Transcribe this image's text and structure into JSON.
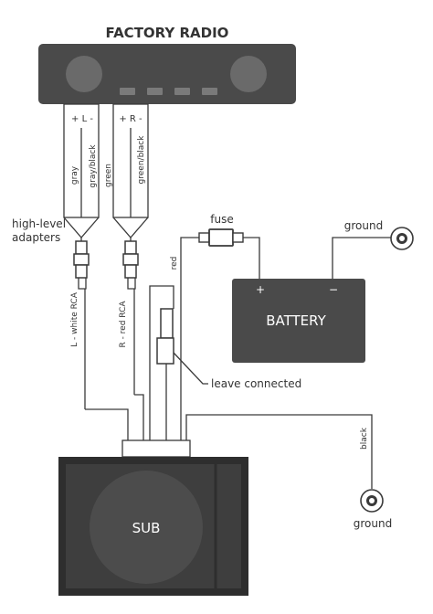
{
  "radio": {
    "title": "FACTORY RADIO",
    "left_channel": "+ L -",
    "right_channel": "+ R -"
  },
  "wires": {
    "gray": "gray",
    "gray_black": "gray/black",
    "green": "green",
    "green_black": "green/black",
    "red": "red",
    "black": "black"
  },
  "adapters": {
    "line1": "high-level",
    "line2": "adapters"
  },
  "rca": {
    "left": "L - white RCA",
    "right": "R - red RCA"
  },
  "fuse": {
    "label": "fuse"
  },
  "battery": {
    "label": "BATTERY",
    "positive": "+",
    "negative": "−"
  },
  "ground_top": {
    "label": "ground"
  },
  "ground_bottom": {
    "label": "ground"
  },
  "leave_connected": {
    "label": "leave connected"
  },
  "sub": {
    "label": "SUB"
  },
  "colors": {
    "panel": "#4a4a4a",
    "panel_dark": "#2e2e2e",
    "wire": "#3a3a3a",
    "text": "#333333"
  }
}
